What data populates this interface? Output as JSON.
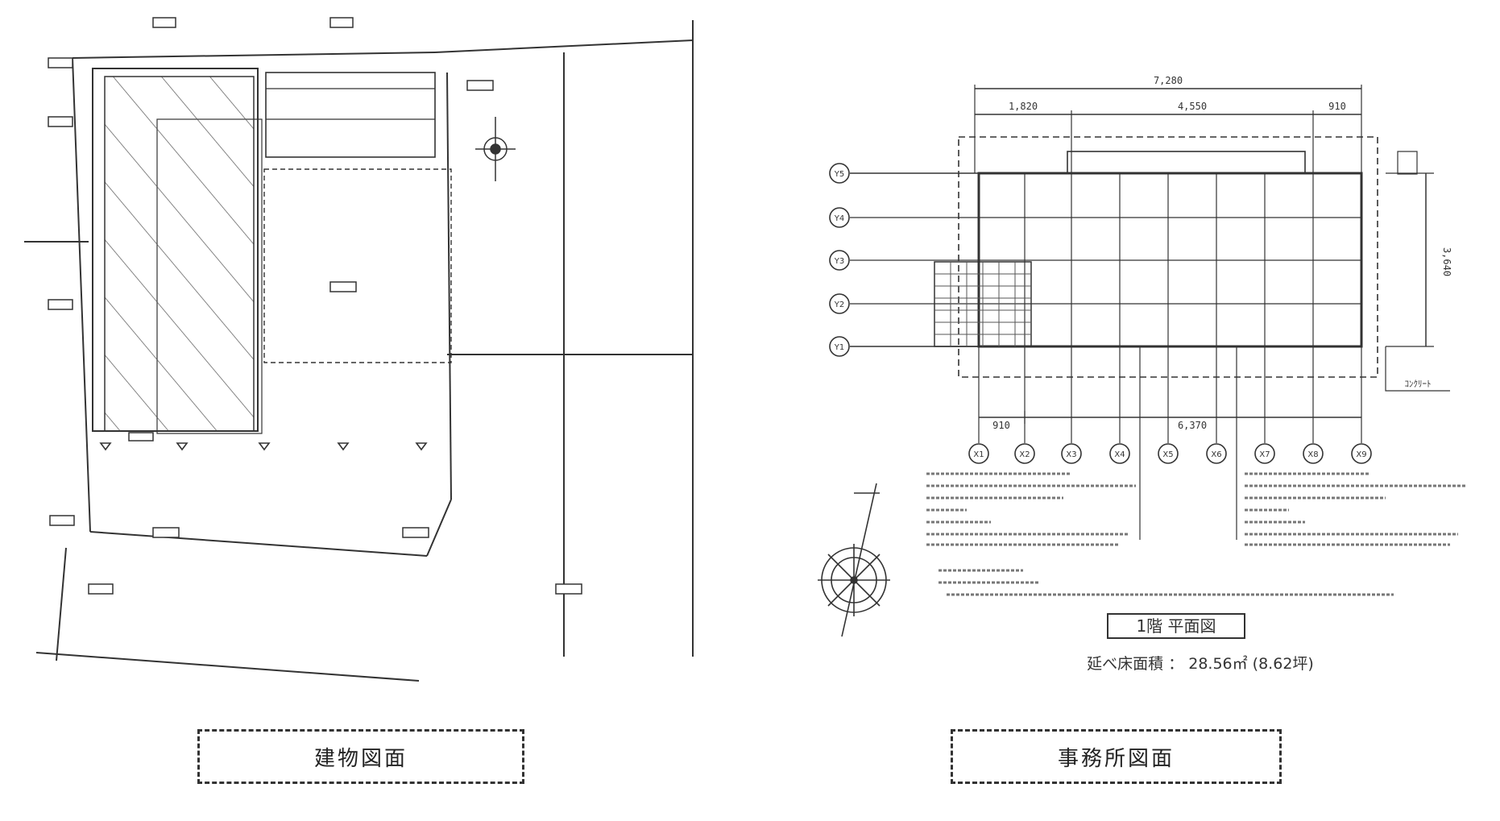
{
  "left_drawing": {
    "caption": "建物図面"
  },
  "right_drawing": {
    "caption": "事務所図面",
    "overall_width": "7,280",
    "dim_top": [
      "1,820",
      "4,550",
      "910"
    ],
    "dim_bottom": [
      "910",
      "6,370"
    ],
    "dim_right": "3,640",
    "axis_y": [
      "Y5",
      "Y4",
      "Y3",
      "Y2",
      "Y1"
    ],
    "axis_x": [
      "X1",
      "X2",
      "X3",
      "X4",
      "X5",
      "X6",
      "X7",
      "X8",
      "X9"
    ],
    "title": "1階 平面図",
    "floor_area": "延べ床面積 ： 28.56㎡ (8.62坪)",
    "small_label": "ｺﾝｸﾘｰﾄ"
  },
  "colors": {
    "ink": "#333333",
    "hatch": "#555555",
    "paper": "#ffffff"
  }
}
